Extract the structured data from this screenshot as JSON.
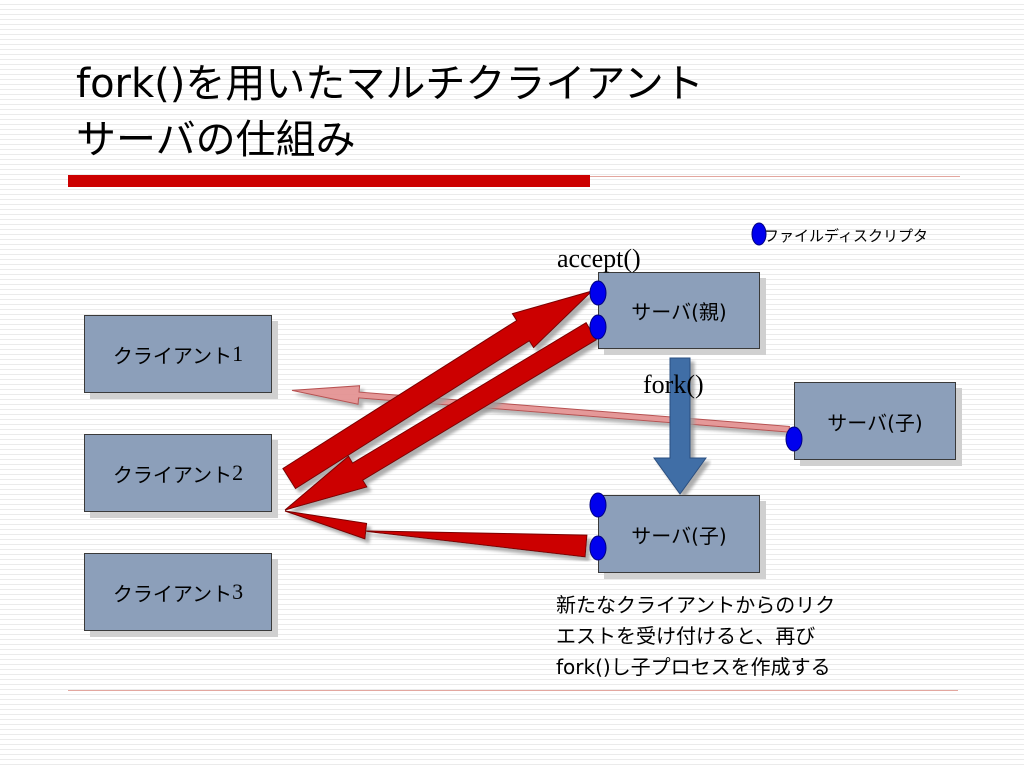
{
  "title": {
    "line1": "fork()を用いたマルチクライアント",
    "line2": "サーバの仕組み"
  },
  "legend": {
    "label": "ファイルディスクリプタ"
  },
  "clients": [
    {
      "label": "クライアント",
      "number": "1"
    },
    {
      "label": "クライアント",
      "number": "2"
    },
    {
      "label": "クライアント",
      "number": "3"
    }
  ],
  "servers": {
    "parent": "サーバ(親)",
    "child_right": "サーバ(子)",
    "child_bottom": "サーバ(子)"
  },
  "labels": {
    "accept": "accept()",
    "fork": "fork()"
  },
  "note": "新たなクライアントからのリク\nエストを受け付けると、再び\nfork()し子プロセスを作成する",
  "colors": {
    "box_fill": "#8c9fba",
    "arrow_red": "#cc0000",
    "arrow_pink": "#e38f8f",
    "fork_arrow": "#3f6ea6",
    "descriptor": "#0000ee",
    "title_rule": "#cc0000"
  }
}
